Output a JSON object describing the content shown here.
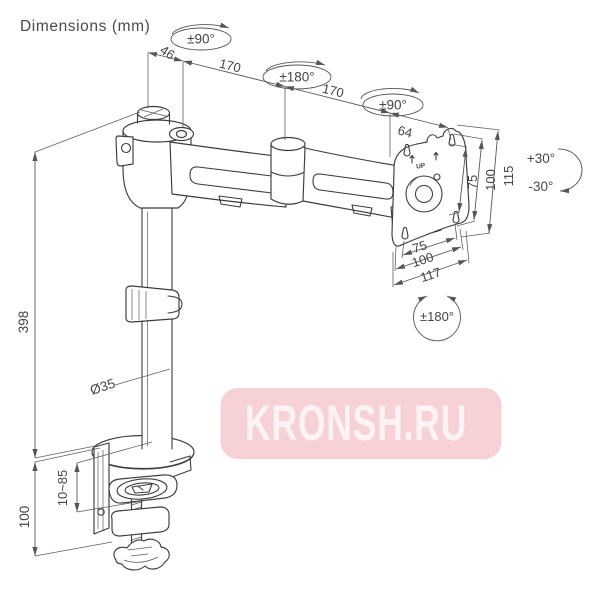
{
  "title": "Dimensions (mm)",
  "watermark": {
    "text": "KRONSH.RU",
    "bg": "#f6d2d7",
    "fg": "#fdf3f4"
  },
  "colors": {
    "line": "#3c3c3c",
    "dim": "#565656",
    "text": "#454545"
  },
  "labels": {
    "chain_46": "46",
    "chain_170a": "170",
    "chain_170b": "170",
    "chain_64": "64",
    "rotate_base": "±90°",
    "rotate_elbow": "±180°",
    "rotate_vesa": "±90°",
    "rotate_screen": "±180°",
    "tilt_up": "+30°",
    "tilt_down": "-30°",
    "vesa_side_75": "75",
    "vesa_side_100": "100",
    "vesa_side_115": "115",
    "vesa_bottom_75": "75",
    "vesa_bottom_100": "100",
    "vesa_bottom_117": "117",
    "pole_height": "398",
    "pole_diameter": "Ø35",
    "clamp_range": "10~85",
    "clamp_height": "100",
    "up_marking": "UP"
  }
}
